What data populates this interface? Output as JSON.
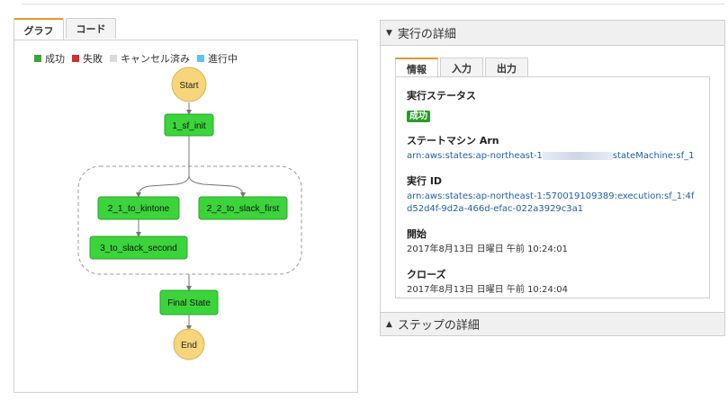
{
  "left_tabs": [
    {
      "label": "グラフ",
      "active": true
    },
    {
      "label": "コード",
      "active": false
    }
  ],
  "legend": [
    {
      "label": "成功",
      "color": "#3aa53a"
    },
    {
      "label": "失敗",
      "color": "#d62f2f"
    },
    {
      "label": "キャンセル済み",
      "color": "#dadada"
    },
    {
      "label": "進行中",
      "color": "#5ec4e8"
    }
  ],
  "graph": {
    "start_label": "Start",
    "end_label": "End",
    "states": {
      "init": "1_sf_init",
      "kintone": "2_1_to_kintone",
      "slack_first": "2_2_to_slack_first",
      "slack_second": "3_to_slack_second",
      "final": "Final State"
    },
    "colors": {
      "success": "#3bd43b",
      "terminal": "#f6d57b"
    }
  },
  "details": {
    "header": "実行の詳細",
    "tabs": [
      "情報",
      "入力",
      "出力"
    ],
    "status_label": "実行ステータス",
    "status_value": "成功",
    "arn_label": "ステートマシン Arn",
    "arn_prefix": "arn:aws:states:ap-northeast-1",
    "arn_suffix": "stateMachine:sf_1",
    "exec_id_label": "実行 ID",
    "exec_id_value": "arn:aws:states:ap-northeast-1:570019109389:execution:sf_1:4fd52d4f-9d2a-466d-efac-022a3929c3a1",
    "start_label": "開始",
    "start_value": "2017年8月13日 日曜日 午前 10:24:01",
    "close_label": "クローズ",
    "close_value": "2017年8月13日 日曜日 午前 10:24:04"
  },
  "steps": {
    "header": "ステップの詳細"
  }
}
